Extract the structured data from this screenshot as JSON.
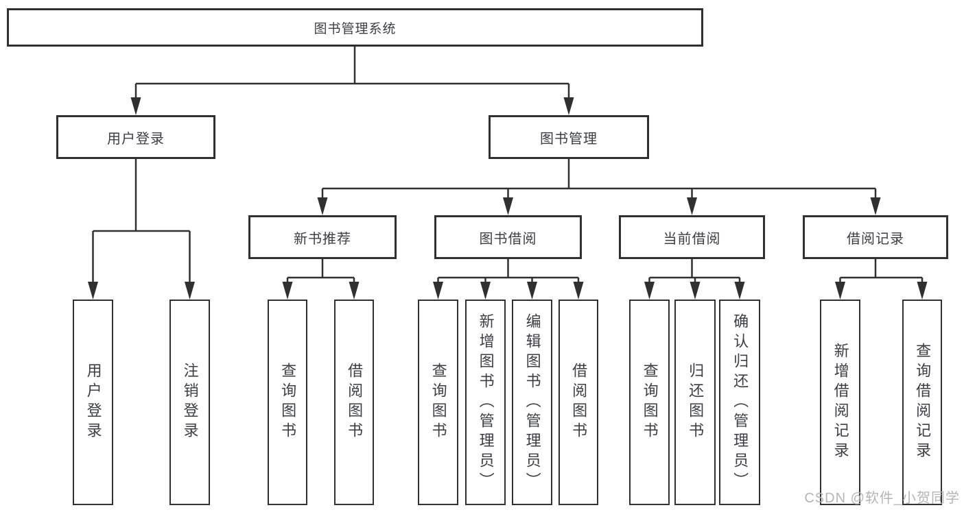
{
  "root": {
    "label": "图书管理系统"
  },
  "level2": {
    "user_login": {
      "label": "用户登录"
    },
    "book_mgmt": {
      "label": "图书管理"
    }
  },
  "level3": {
    "new_books": {
      "label": "新书推荐"
    },
    "book_borrow": {
      "label": "图书借阅"
    },
    "current_borrow": {
      "label": "当前借阅"
    },
    "borrow_records": {
      "label": "借阅记录"
    }
  },
  "leaves": {
    "user_login": [
      "用户登录",
      "注销登录"
    ],
    "new_books": [
      "查询图书",
      "借阅图书"
    ],
    "book_borrow": [
      "查询图书",
      "新增图书（管理员）",
      "编辑图书（管理员）",
      "借阅图书"
    ],
    "current_borrow": [
      "查询图书",
      "归还图书",
      "确认归还（管理员）"
    ],
    "borrow_records": [
      "新增借阅记录",
      "查询借阅记录"
    ]
  },
  "watermark": "CSDN @软件_小贺同学",
  "colors": {
    "line": "#303030",
    "box_border": "#303030",
    "box_fill": "#ffffff",
    "text": "#3b3e45",
    "watermark": "#b5b5b5",
    "background": "#ffffff"
  }
}
